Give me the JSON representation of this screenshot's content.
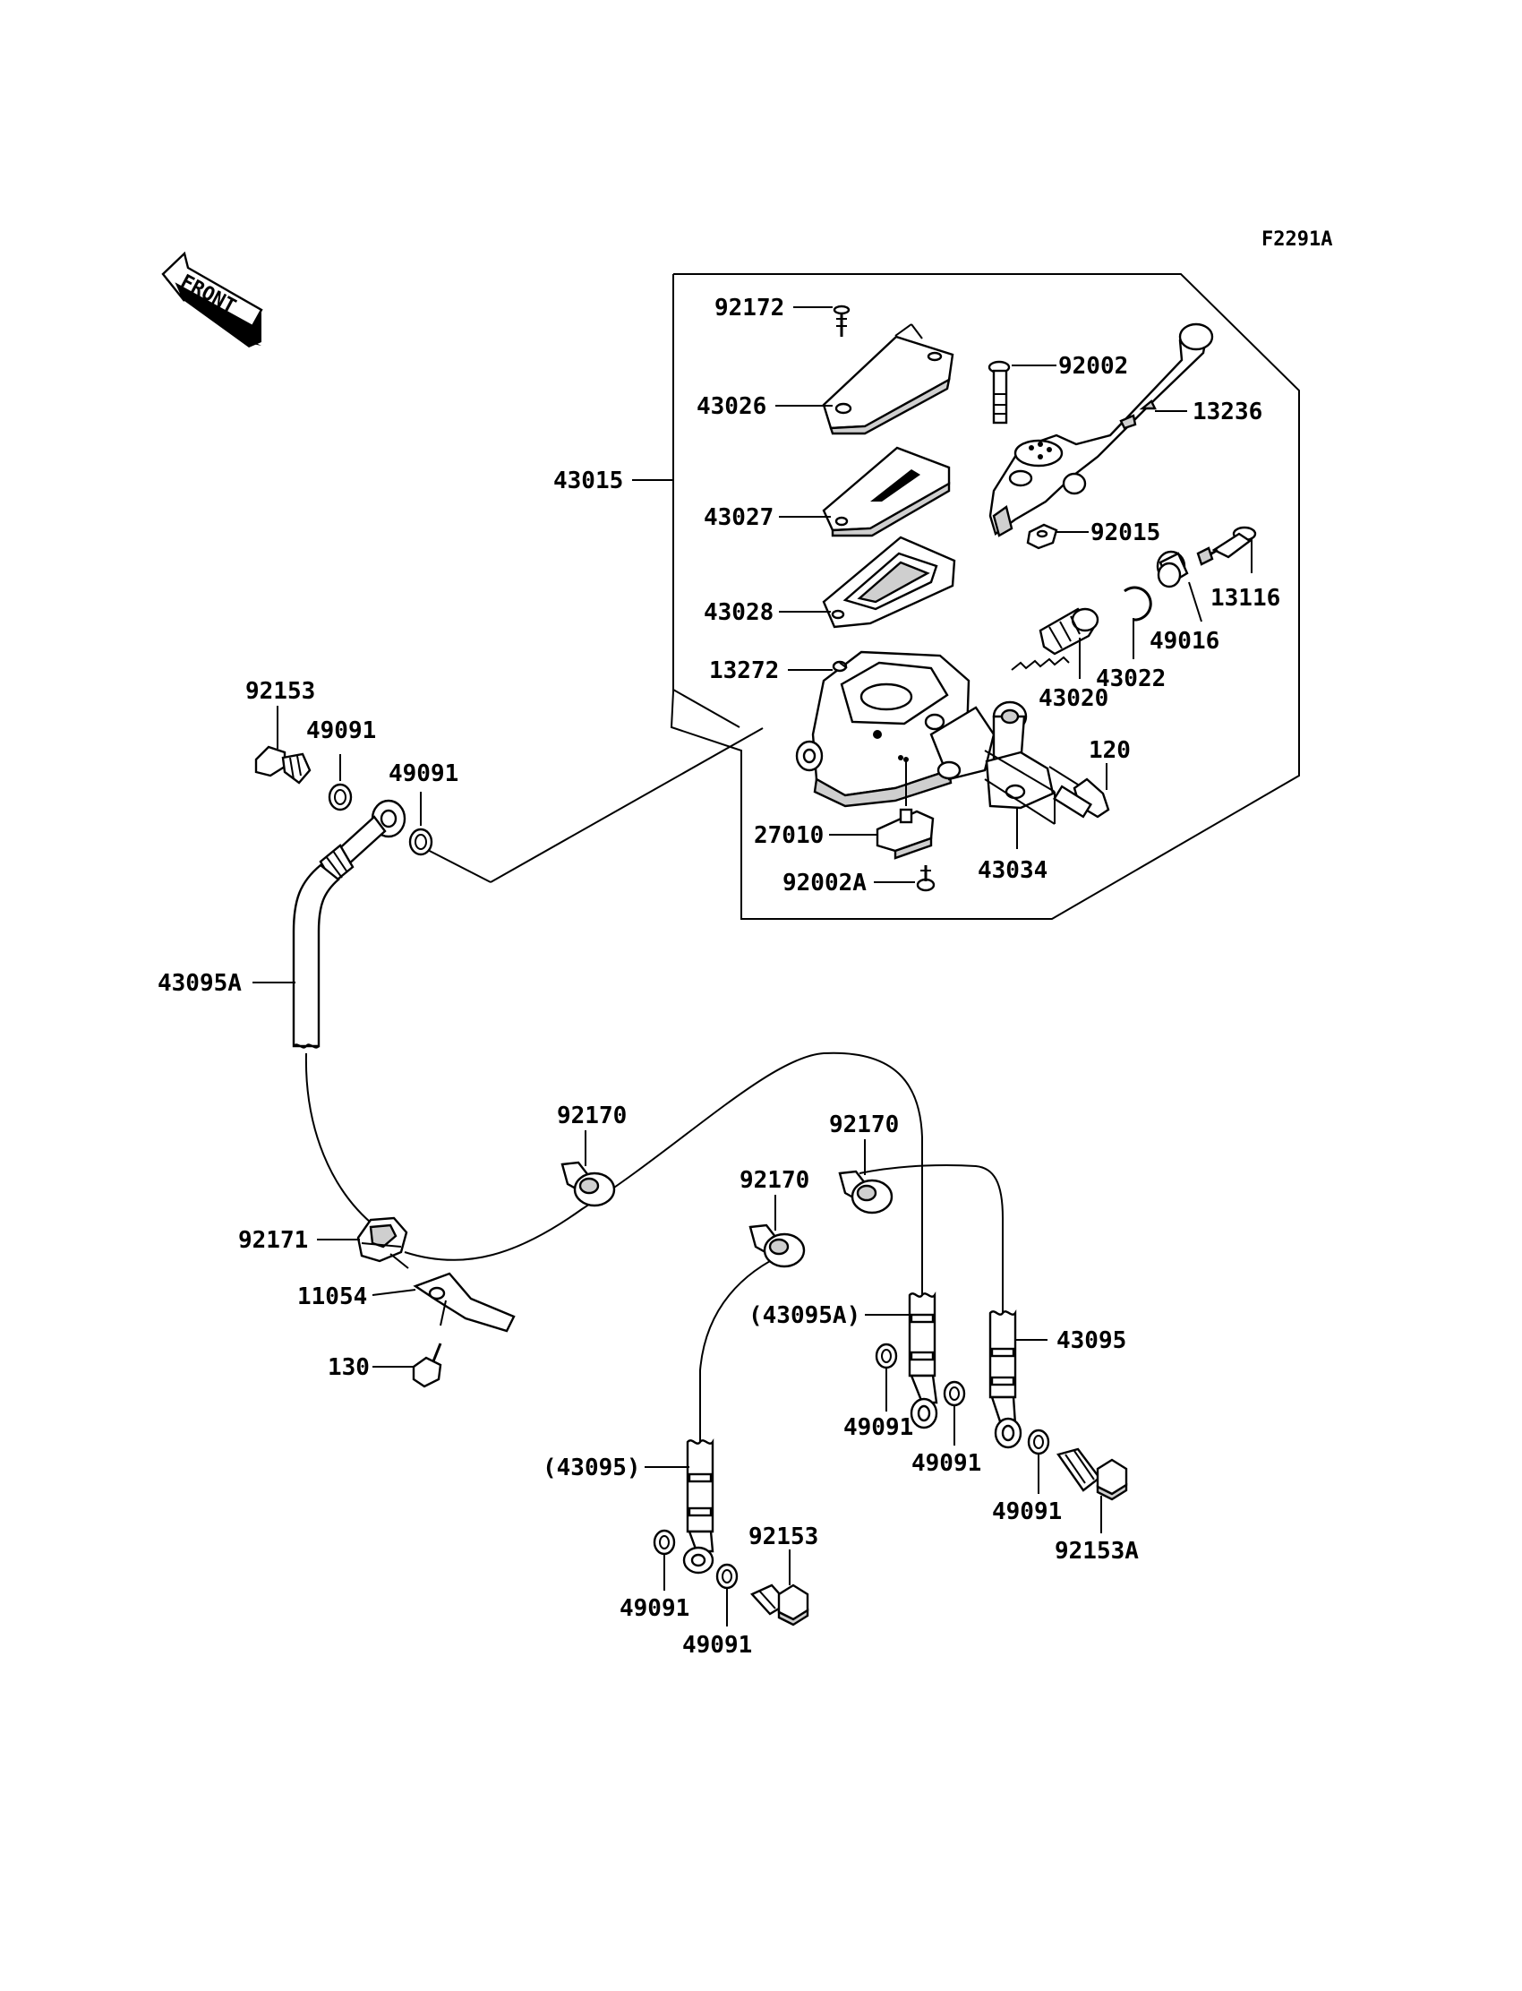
{
  "figure_code": "F2291A",
  "front_label": "FRONT",
  "callouts": [
    {
      "id": "92172",
      "text": "92172"
    },
    {
      "id": "43026",
      "text": "43026"
    },
    {
      "id": "43015",
      "text": "43015"
    },
    {
      "id": "43027",
      "text": "43027"
    },
    {
      "id": "43028",
      "text": "43028"
    },
    {
      "id": "13272",
      "text": "13272"
    },
    {
      "id": "27010",
      "text": "27010"
    },
    {
      "id": "92002A",
      "text": "92002A"
    },
    {
      "id": "92002",
      "text": "92002"
    },
    {
      "id": "13236",
      "text": "13236"
    },
    {
      "id": "92015",
      "text": "92015"
    },
    {
      "id": "13116",
      "text": "13116"
    },
    {
      "id": "49016",
      "text": "49016"
    },
    {
      "id": "43022",
      "text": "43022"
    },
    {
      "id": "43020",
      "text": "43020"
    },
    {
      "id": "120",
      "text": "120"
    },
    {
      "id": "43034",
      "text": "43034"
    },
    {
      "id": "92153_top",
      "text": "92153"
    },
    {
      "id": "49091_a",
      "text": "49091"
    },
    {
      "id": "49091_b",
      "text": "49091"
    },
    {
      "id": "43095A",
      "text": "43095A"
    },
    {
      "id": "92170_a",
      "text": "92170"
    },
    {
      "id": "92170_b",
      "text": "92170"
    },
    {
      "id": "92170_c",
      "text": "92170"
    },
    {
      "id": "92171",
      "text": "92171"
    },
    {
      "id": "11054",
      "text": "11054"
    },
    {
      "id": "130",
      "text": "130"
    },
    {
      "id": "43095A_paren",
      "text": "(43095A)"
    },
    {
      "id": "43095",
      "text": "43095"
    },
    {
      "id": "49091_c",
      "text": "49091"
    },
    {
      "id": "49091_d",
      "text": "49091"
    },
    {
      "id": "49091_e",
      "text": "49091"
    },
    {
      "id": "92153A",
      "text": "92153A"
    },
    {
      "id": "43095_paren",
      "text": "(43095)"
    },
    {
      "id": "92153_bottom",
      "text": "92153"
    },
    {
      "id": "49091_f",
      "text": "49091"
    },
    {
      "id": "49091_g",
      "text": "49091"
    }
  ]
}
